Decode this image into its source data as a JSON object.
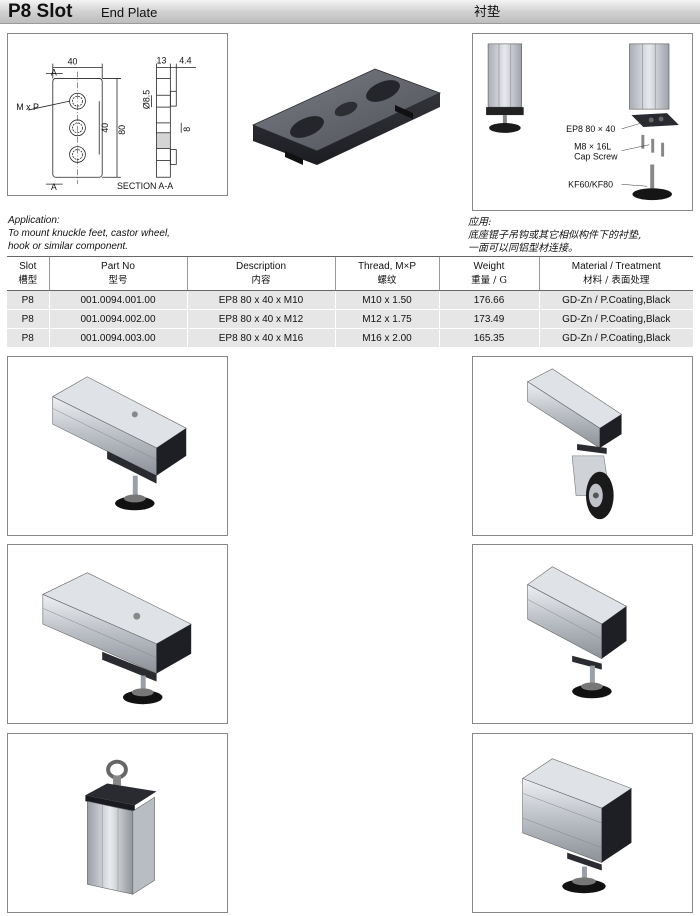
{
  "header": {
    "title": "P8 Slot",
    "subtitle": "End Plate",
    "chinese_title": "衬垫"
  },
  "drawing": {
    "dim_width": "40",
    "dim_height": "80",
    "dim_hole_spacing": "40",
    "dim_thickness": "13",
    "dim_step": "4.4",
    "dim_diameter": "Ø8.5",
    "dim_slot": "8",
    "thread_label": "M x P",
    "section_a_top": "A",
    "section_a_bottom": "A",
    "section_label": "SECTION A-A"
  },
  "exploded": {
    "label_plate": "EP8 80 × 40",
    "label_screw_1": "M8 × 16L",
    "label_screw_2": "Cap Screw",
    "label_feet": "KF60/KF80"
  },
  "application": {
    "en_lines": [
      "Application:",
      "To mount knuckle feet, castor wheel,",
      "hook or similar component."
    ],
    "cn_lines": [
      "应用:",
      "底座锟子吊钩或其它相似构件下的衬垫,",
      "一面可以同铝型材连接。"
    ]
  },
  "table": {
    "headers": [
      {
        "en": "Slot",
        "cn": "槽型"
      },
      {
        "en": "Part No",
        "cn": "型号"
      },
      {
        "en": "Description",
        "cn": "内容"
      },
      {
        "en": "Thread, M×P",
        "cn": "螺纹"
      },
      {
        "en": "Weight",
        "cn": "重量 / G"
      },
      {
        "en": "Material / Treatment",
        "cn": "材料 / 表面处理"
      }
    ],
    "rows": [
      [
        "P8",
        "001.0094.001.00",
        "EP8 80 x 40 x M10",
        "M10 x 1.50",
        "176.66",
        "GD-Zn / P.Coating,Black"
      ],
      [
        "P8",
        "001.0094.002.00",
        "EP8 80 x 40 x M12",
        "M12 x 1.75",
        "173.49",
        "GD-Zn / P.Coating,Black"
      ],
      [
        "P8",
        "001.0094.003.00",
        "EP8 80 x 40 x M16",
        "M16 x 2.00",
        "165.35",
        "GD-Zn / P.Coating,Black"
      ]
    ]
  }
}
